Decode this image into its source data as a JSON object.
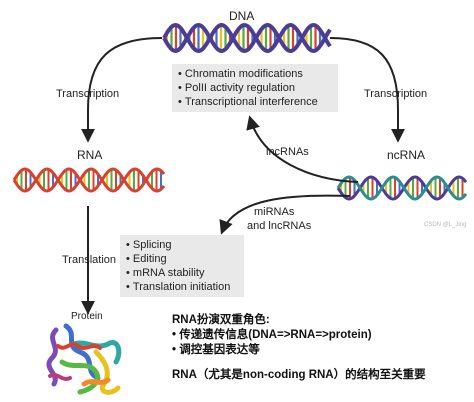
{
  "colors": {
    "helix_purple": "#4b3c98",
    "helix_red": "#d8412f",
    "helix_teal": "#2c8c93",
    "rung_yellow": "#e8c21d",
    "rung_green": "#5ba83a",
    "rung_red": "#d8412f",
    "rung_blue": "#4670c0",
    "arrow": "#222222",
    "info_box_bg": "#e9e9e9"
  },
  "nodes": {
    "dna": "DNA",
    "rna": "RNA",
    "ncrna": "ncRNA",
    "protein": "Protein"
  },
  "edges": {
    "dna_to_rna": "Transcription",
    "dna_to_ncrna": "Transcription",
    "rna_to_protein": "Translation",
    "ncrna_to_dna": "lncRNAs",
    "ncrna_to_rna_line1": "miRNAs",
    "ncrna_to_rna_line2": "and lncRNAs"
  },
  "dna_box": {
    "items": [
      "Chromatin modifications",
      "PolII activity regulation",
      "Transcriptional interference"
    ]
  },
  "rna_box": {
    "items": [
      "Splicing",
      "Editing",
      "mRNA stability",
      "Translation initiation"
    ]
  },
  "note": {
    "heading": "RNA扮演双重角色:",
    "items": [
      "传递遗传信息(DNA=>RNA=>protein)",
      "调控基因表达等"
    ],
    "footer": "RNA（尤其是non-coding RNA）的结构至关重要"
  },
  "watermark": "CSDN @L_Jing"
}
